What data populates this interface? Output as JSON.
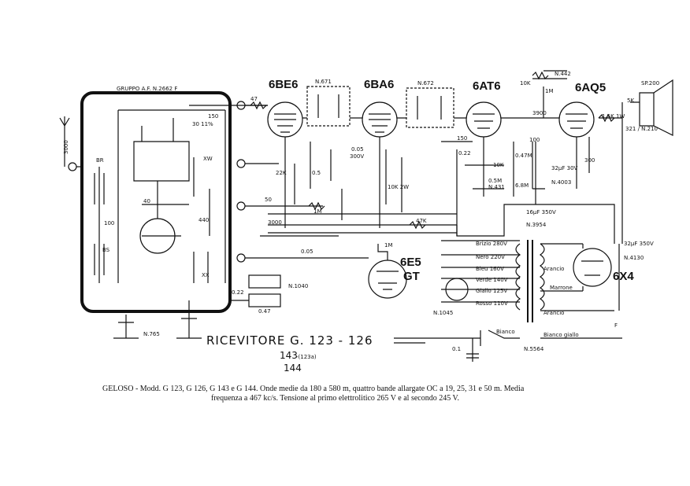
{
  "title": {
    "line1": "RICEVITORE G. 123 - 126",
    "line2a": "143",
    "line2b": "-(123a)",
    "line3": "144"
  },
  "group_label": "GRUPPO A.F. N.2662 F",
  "tubes": {
    "t1": "6BE6",
    "t2": "6BA6",
    "t3": "6AT6",
    "t4": "6AQ5",
    "t5": "6E5",
    "t5b": "GT",
    "t6": "6X4"
  },
  "parts": {
    "n671": "N.671",
    "n672": "N.672",
    "n442": "N.442",
    "sp200": "SP.200",
    "n1040": "N.1040",
    "n1045": "N.1045",
    "n765": "N.765",
    "n431": "N.431",
    "n4003": "N.4003",
    "n3954": "N.3954",
    "n4130": "N.4130",
    "n5564": "N.5564",
    "n3210": "321 / N.210"
  },
  "values": {
    "r47": "47",
    "c3000a": "3000",
    "c150a": "150",
    "c30": "30 11%",
    "c50": "50",
    "r1m": "1M",
    "c3000b": "3000",
    "r47k": "47K",
    "c005a": "0.05",
    "c005b": "0.05",
    "v300": "300V",
    "c05": "0.5",
    "r22k": "22K",
    "r10k2w": "10K 2W",
    "c150b": "150",
    "c022a": "0.22",
    "c0022": "0.22",
    "r10ka": "10K",
    "r05m": "0.5M",
    "r10kb": "10K",
    "r1mb": "1M",
    "c3900": "3900",
    "c100": "100",
    "r047m": "0.47M",
    "c32a": "32µF 30V",
    "r300": "300",
    "r68m": "6.8M",
    "c16": "16µF 350V",
    "r15k": "1.5K 1W",
    "r5k": "5K",
    "c32b": "32µF 350V",
    "c100b": "100",
    "c40": "40",
    "c440": "440",
    "c047": "0.47",
    "r1mc": "1M",
    "c01": "0.1",
    "xw": "XW",
    "xx": "XX",
    "br": "BR",
    "bs": "BS",
    "f": "F"
  },
  "wires": {
    "brizio": "Brizio 280V",
    "nero": "Nero 220V",
    "bleu": "Bleu 160V",
    "verde": "Verde 140V",
    "giallo": "Giallo 125V",
    "rosso": "Rosso 110V",
    "bianco": "Bianco",
    "arancio": "Arancio",
    "marrone": "Marrone",
    "arancio2": "Arancio",
    "biancogiallo": "Bianco giallo"
  },
  "caption": {
    "line1": "GELOSO - Modd. G 123, G 126, G 143 e G 144. Onde medie da 180 a 580 m, quattro bande allargate OC a 19, 25, 31 e 50 m. Media",
    "line2": "frequenza a 467 kc/s. Tensione al primo elettrolitico 265 V e al secondo 245 V."
  }
}
